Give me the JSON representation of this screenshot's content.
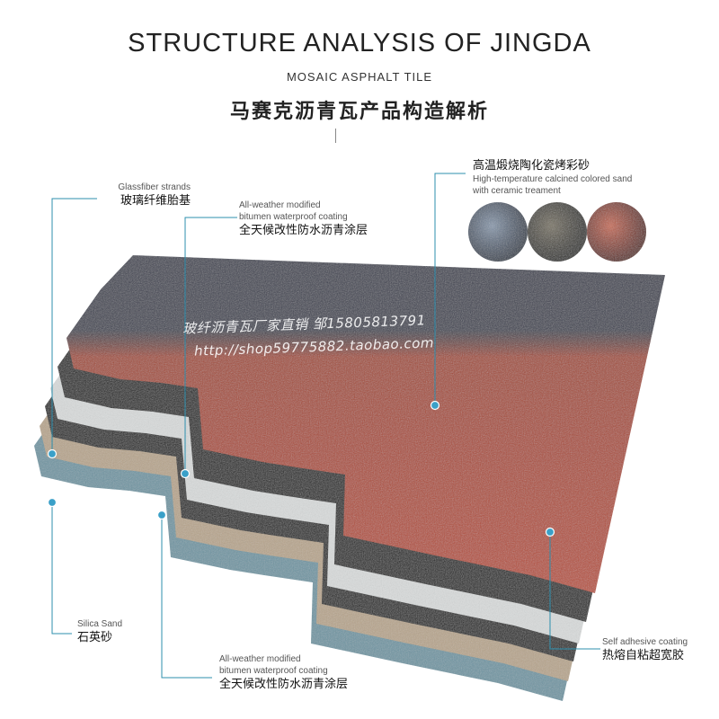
{
  "header": {
    "title": "STRUCTURE ANALYSIS OF JINGDA",
    "subtitle": "MOSAIC ASPHALT TILE",
    "cn_title": "马赛克沥青瓦产品构造解析"
  },
  "labels": {
    "glassfiber": {
      "en": "Glassfiber strands",
      "cn": "玻璃纤维胎基"
    },
    "coating_top": {
      "en1": "All-weather modified",
      "en2": "bitumen waterproof coating",
      "cn": "全天候改性防水沥青涂层"
    },
    "sand": {
      "cn": "高温煅烧陶化瓷烤彩砂",
      "en1": "High-temperature calcined colored sand",
      "en2": "with ceramic treament"
    },
    "silica": {
      "en": "Silica Sand",
      "cn": "石英砂"
    },
    "coating_bottom": {
      "en1": "All-weather modified",
      "en2": "bitumen waterproof coating",
      "cn": "全天候改性防水沥青涂层"
    },
    "adhesive": {
      "en": "Self adhesive coating",
      "cn": "热熔自粘超宽胶"
    }
  },
  "watermark": {
    "line1": "玻纤沥青瓦厂家直销 邹15805813791",
    "line2": "http://shop59775882.taobao.com"
  },
  "colors": {
    "top_gray": "#3c4150",
    "red": "#b24a35",
    "black": "#1a1a1a",
    "silver": "#d9dcdc",
    "beige": "#b8a58c",
    "blue_gray": "#6e95a3",
    "leader": "#2c8fae",
    "dot": "#3aa0c8"
  }
}
